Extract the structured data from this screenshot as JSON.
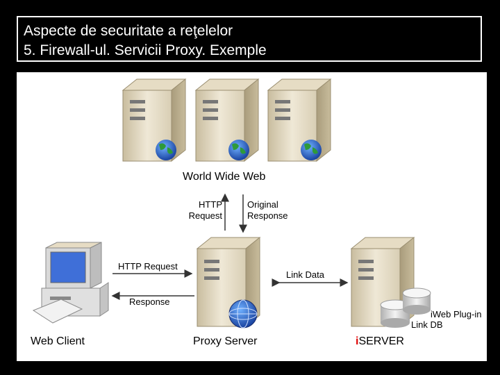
{
  "title": {
    "line1": "Aspecte de securitate a reţelelor",
    "line2": "5. Firewall-ul. Servicii Proxy. Exemple"
  },
  "diagram": {
    "www_label": "World Wide Web",
    "http_request_up": [
      "HTTP",
      "Request"
    ],
    "original_response": [
      "Original",
      "Response"
    ],
    "http_request_client": "HTTP Request",
    "response_client": "Response",
    "link_data": "Link Data",
    "client_label": "Web Client",
    "proxy_label": "Proxy Server",
    "iserver_label_i": "i",
    "iserver_label_rest": "SERVER",
    "plugin_label": "iWeb Plug-in",
    "linkdb_label": "Link DB"
  }
}
